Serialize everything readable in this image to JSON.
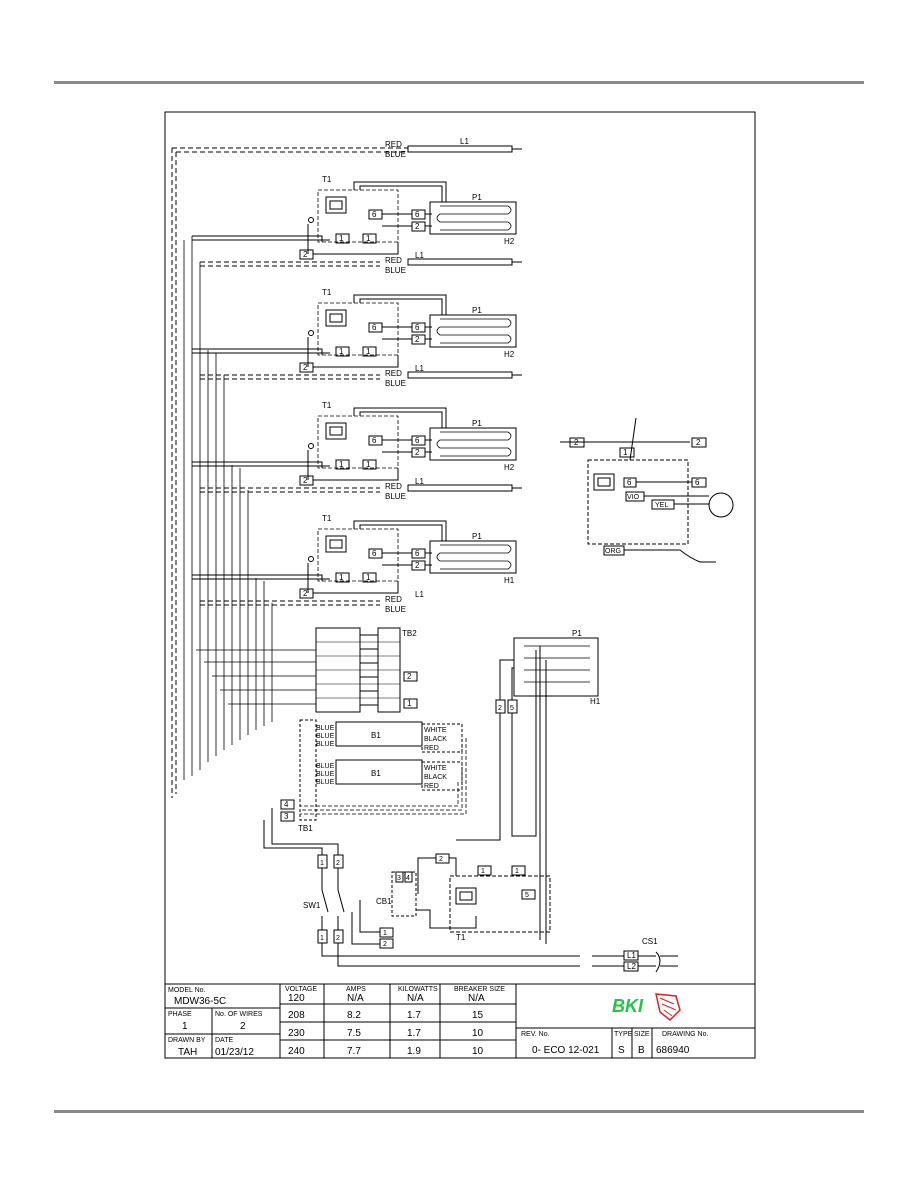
{
  "units": {
    "l1": "L1",
    "red": "RED",
    "blue": "BLUE",
    "t1": "T1",
    "p1": "P1",
    "h2": "H2",
    "h1": "H1",
    "w6": "6",
    "w2": "2",
    "w1": "1"
  },
  "terminals": {
    "tb2": "TB2",
    "tb1": "TB1",
    "t2": "2",
    "t1": "1",
    "t4": "4",
    "t3": "3"
  },
  "blowers": {
    "b1": "B1",
    "blue": "BLUE",
    "white": "WHITE",
    "black": "BLACK",
    "red": "RED"
  },
  "motor": {
    "w2": "2",
    "w1": "1",
    "w6": "6",
    "vio": "VIO",
    "yel": "YEL",
    "org": "ORG"
  },
  "h1_heater": {
    "p1": "P1",
    "h1": "H1",
    "w2": "2",
    "w5": "5"
  },
  "controls": {
    "sw1": "SW1",
    "cb1": "CB1",
    "t1": "T1",
    "cs1": "CS1",
    "l1": "L1",
    "l2": "L2",
    "w1": "1",
    "w2": "2",
    "w3": "3",
    "w4": "4",
    "w5": "5"
  },
  "title_block": {
    "model_label": "MODEL No.",
    "model_value": "MDW36-5C",
    "phase_label": "PHASE",
    "phase_value": "1",
    "wires_label": "No. OF WIRES",
    "wires_value": "2",
    "drawn_label": "DRAWN BY",
    "drawn_value": "TAH",
    "date_label": "DATE",
    "date_value": "01/23/12",
    "col_voltage": "VOLTAGE",
    "col_amps": "AMPS",
    "col_kw": "KILOWATTS",
    "col_breaker": "BREAKER SIZE",
    "rows": [
      {
        "voltage": "120",
        "amps": "N/A",
        "kw": "N/A",
        "breaker": "N/A"
      },
      {
        "voltage": "208",
        "amps": "8.2",
        "kw": "1.7",
        "breaker": "15"
      },
      {
        "voltage": "230",
        "amps": "7.5",
        "kw": "1.7",
        "breaker": "10"
      },
      {
        "voltage": "240",
        "amps": "7.7",
        "kw": "1.9",
        "breaker": "10"
      }
    ],
    "logo": "BKI",
    "rev_label": "REV. No.",
    "rev_value": "0- ECO 12-021",
    "type_label": "TYPE",
    "type_value": "S",
    "size_label": "SIZE",
    "size_value": "B",
    "drawing_label": "DRAWING No.",
    "drawing_value": "686940"
  }
}
